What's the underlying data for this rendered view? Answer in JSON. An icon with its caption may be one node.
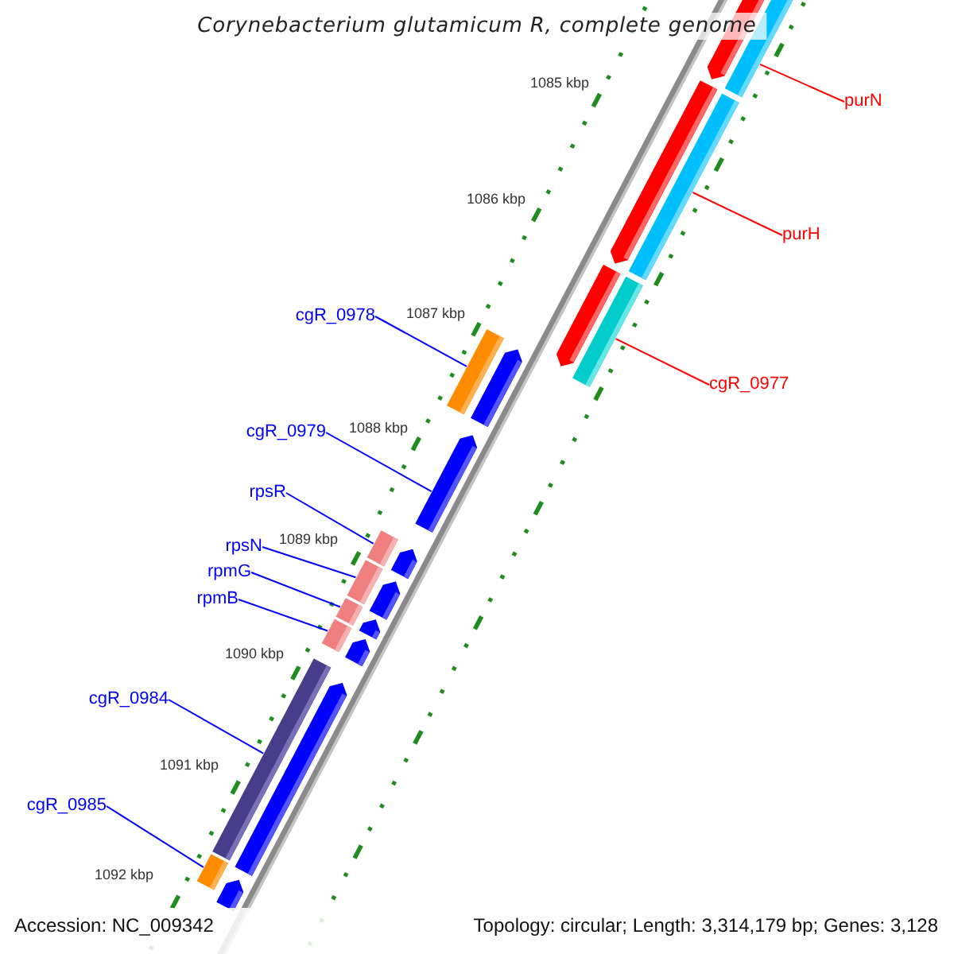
{
  "diagram": {
    "title": "Corynebacterium glutamicum R, complete genome",
    "nodes": [
      {
        "text": [
          "purN"
        ]
      },
      {
        "text": [],
        "shape": "bar"
      },
      {
        "text": [
          "purH"
        ]
      },
      {
        "text": [],
        "shape": "bar"
      },
      {
        "text": [
          "cgR_0978"
        ]
      },
      {
        "text": [],
        "shape": "bar"
      },
      {
        "text": [
          "cgR_0977"
        ]
      },
      {
        "text": [],
        "shape": "bar"
      },
      {
        "text": [
          "cgR_0979"
        ]
      },
      {
        "text": [],
        "shape": "bar"
      },
      {
        "text": [
          "rpsR"
        ]
      },
      {
        "text": [],
        "shape": "bar"
      },
      {
        "text": [
          "rpsN"
        ]
      },
      {
        "text": [],
        "shape": "bar"
      },
      {
        "text": [
          "rpmG"
        ]
      },
      {
        "text": [],
        "shape": "bar"
      },
      {
        "text": [
          "rpmB"
        ]
      },
      {
        "text": [],
        "shape": "bar"
      },
      {
        "text": [
          "cgR_0984"
        ]
      },
      {
        "text": [],
        "shape": "bar"
      },
      {
        "text": [
          "cgR_0985"
        ]
      },
      {
        "text": [],
        "shape": "bar"
      }
    ],
    "edges": [
      {
        "from": 0,
        "to": 1,
        "arrow": "none",
        "color": "#ff0000"
      },
      {
        "from": 2,
        "to": 3,
        "arrow": "none",
        "color": "#ff0000"
      },
      {
        "from": 4,
        "to": 5,
        "arrow": "none"
      },
      {
        "from": 6,
        "to": 7,
        "arrow": "none",
        "color": "#ff0000"
      },
      {
        "from": 8,
        "to": 9,
        "arrow": "none"
      },
      {
        "from": 10,
        "to": 11,
        "arrow": "none"
      },
      {
        "from": 12,
        "to": 13,
        "arrow": "none"
      },
      {
        "from": 14,
        "to": 15,
        "arrow": "none"
      },
      {
        "from": 16,
        "to": 17,
        "arrow": "none"
      },
      {
        "from": 18,
        "to": 19,
        "arrow": "none"
      },
      {
        "from": 20,
        "to": 21,
        "arrow": "none"
      }
    ],
    "labels": [
      "1085 kbp",
      "1086 kbp",
      "1087 kbp",
      "1088 kbp",
      "1089 kbp",
      "1090 kbp",
      "1091 kbp",
      "1092 kbp",
      "Accession: NC_009342",
      "Topology: circular; Length: 3,314,179 bp; Genes: 3,128"
    ]
  }
}
